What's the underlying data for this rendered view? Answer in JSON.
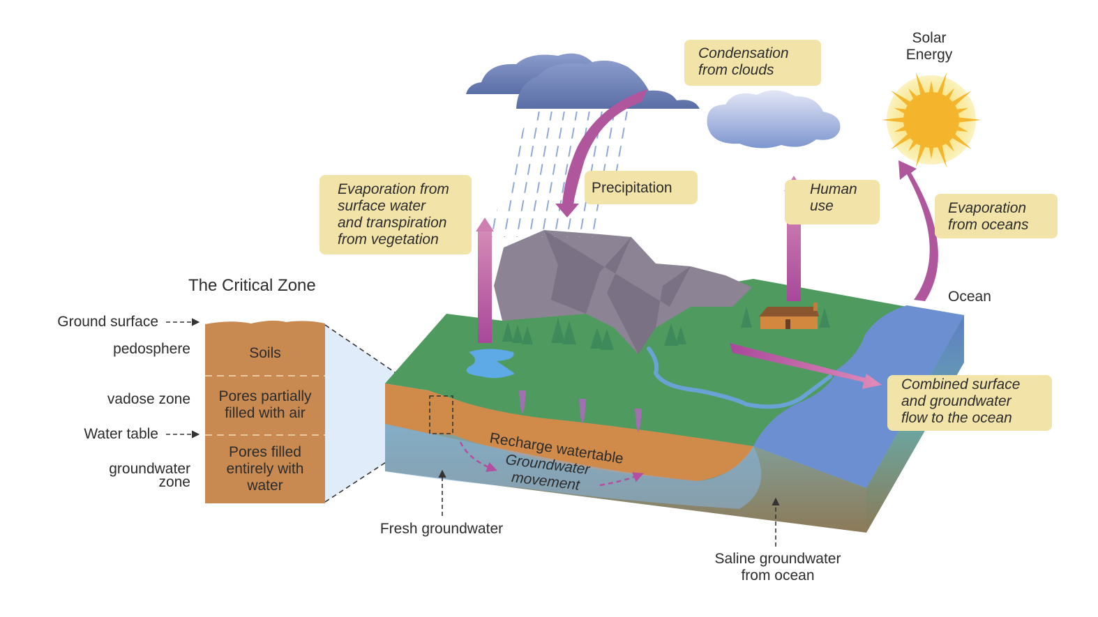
{
  "title": "The Critical Zone",
  "critical_zone": {
    "left_labels": {
      "ground_surface": "Ground surface",
      "pedosphere": "pedosphere",
      "vadose_zone": "vadose zone",
      "water_table": "Water table",
      "groundwater_zone": "groundwater\nzone"
    },
    "column_layers": [
      {
        "id": "soils",
        "text": "Soils"
      },
      {
        "id": "vadose",
        "text": "Pores partially\nfilled with air"
      },
      {
        "id": "saturated",
        "text": "Pores filled\nentirely with\nwater"
      }
    ]
  },
  "callouts": {
    "evap_surface": "Evaporation from\nsurface water\nand transpiration\nfrom vegetation",
    "precipitation": "Precipitation",
    "condensation": "Condensation\nfrom clouds",
    "human_use": "Human\nuse",
    "evap_oceans": "Evaporation\nfrom oceans",
    "combined_flow": "Combined surface\nand groundwater\nflow to the ocean"
  },
  "labels": {
    "solar_energy": "Solar\nEnergy",
    "ocean": "Ocean",
    "recharge": "Recharge watertable",
    "groundwater_movement": "Groundwater\nmovement",
    "fresh_groundwater": "Fresh groundwater",
    "saline_groundwater": "Saline groundwater\nfrom ocean"
  },
  "colors": {
    "callout_bg": "#f2e3a8",
    "soil": "#c98a50",
    "grass": "#4f9a5e",
    "water": "#6b8fd0",
    "arrow": "#b0569d",
    "cloud": "#6e80b0",
    "mountain": "#8c8494",
    "sun": "#f4b52c"
  }
}
